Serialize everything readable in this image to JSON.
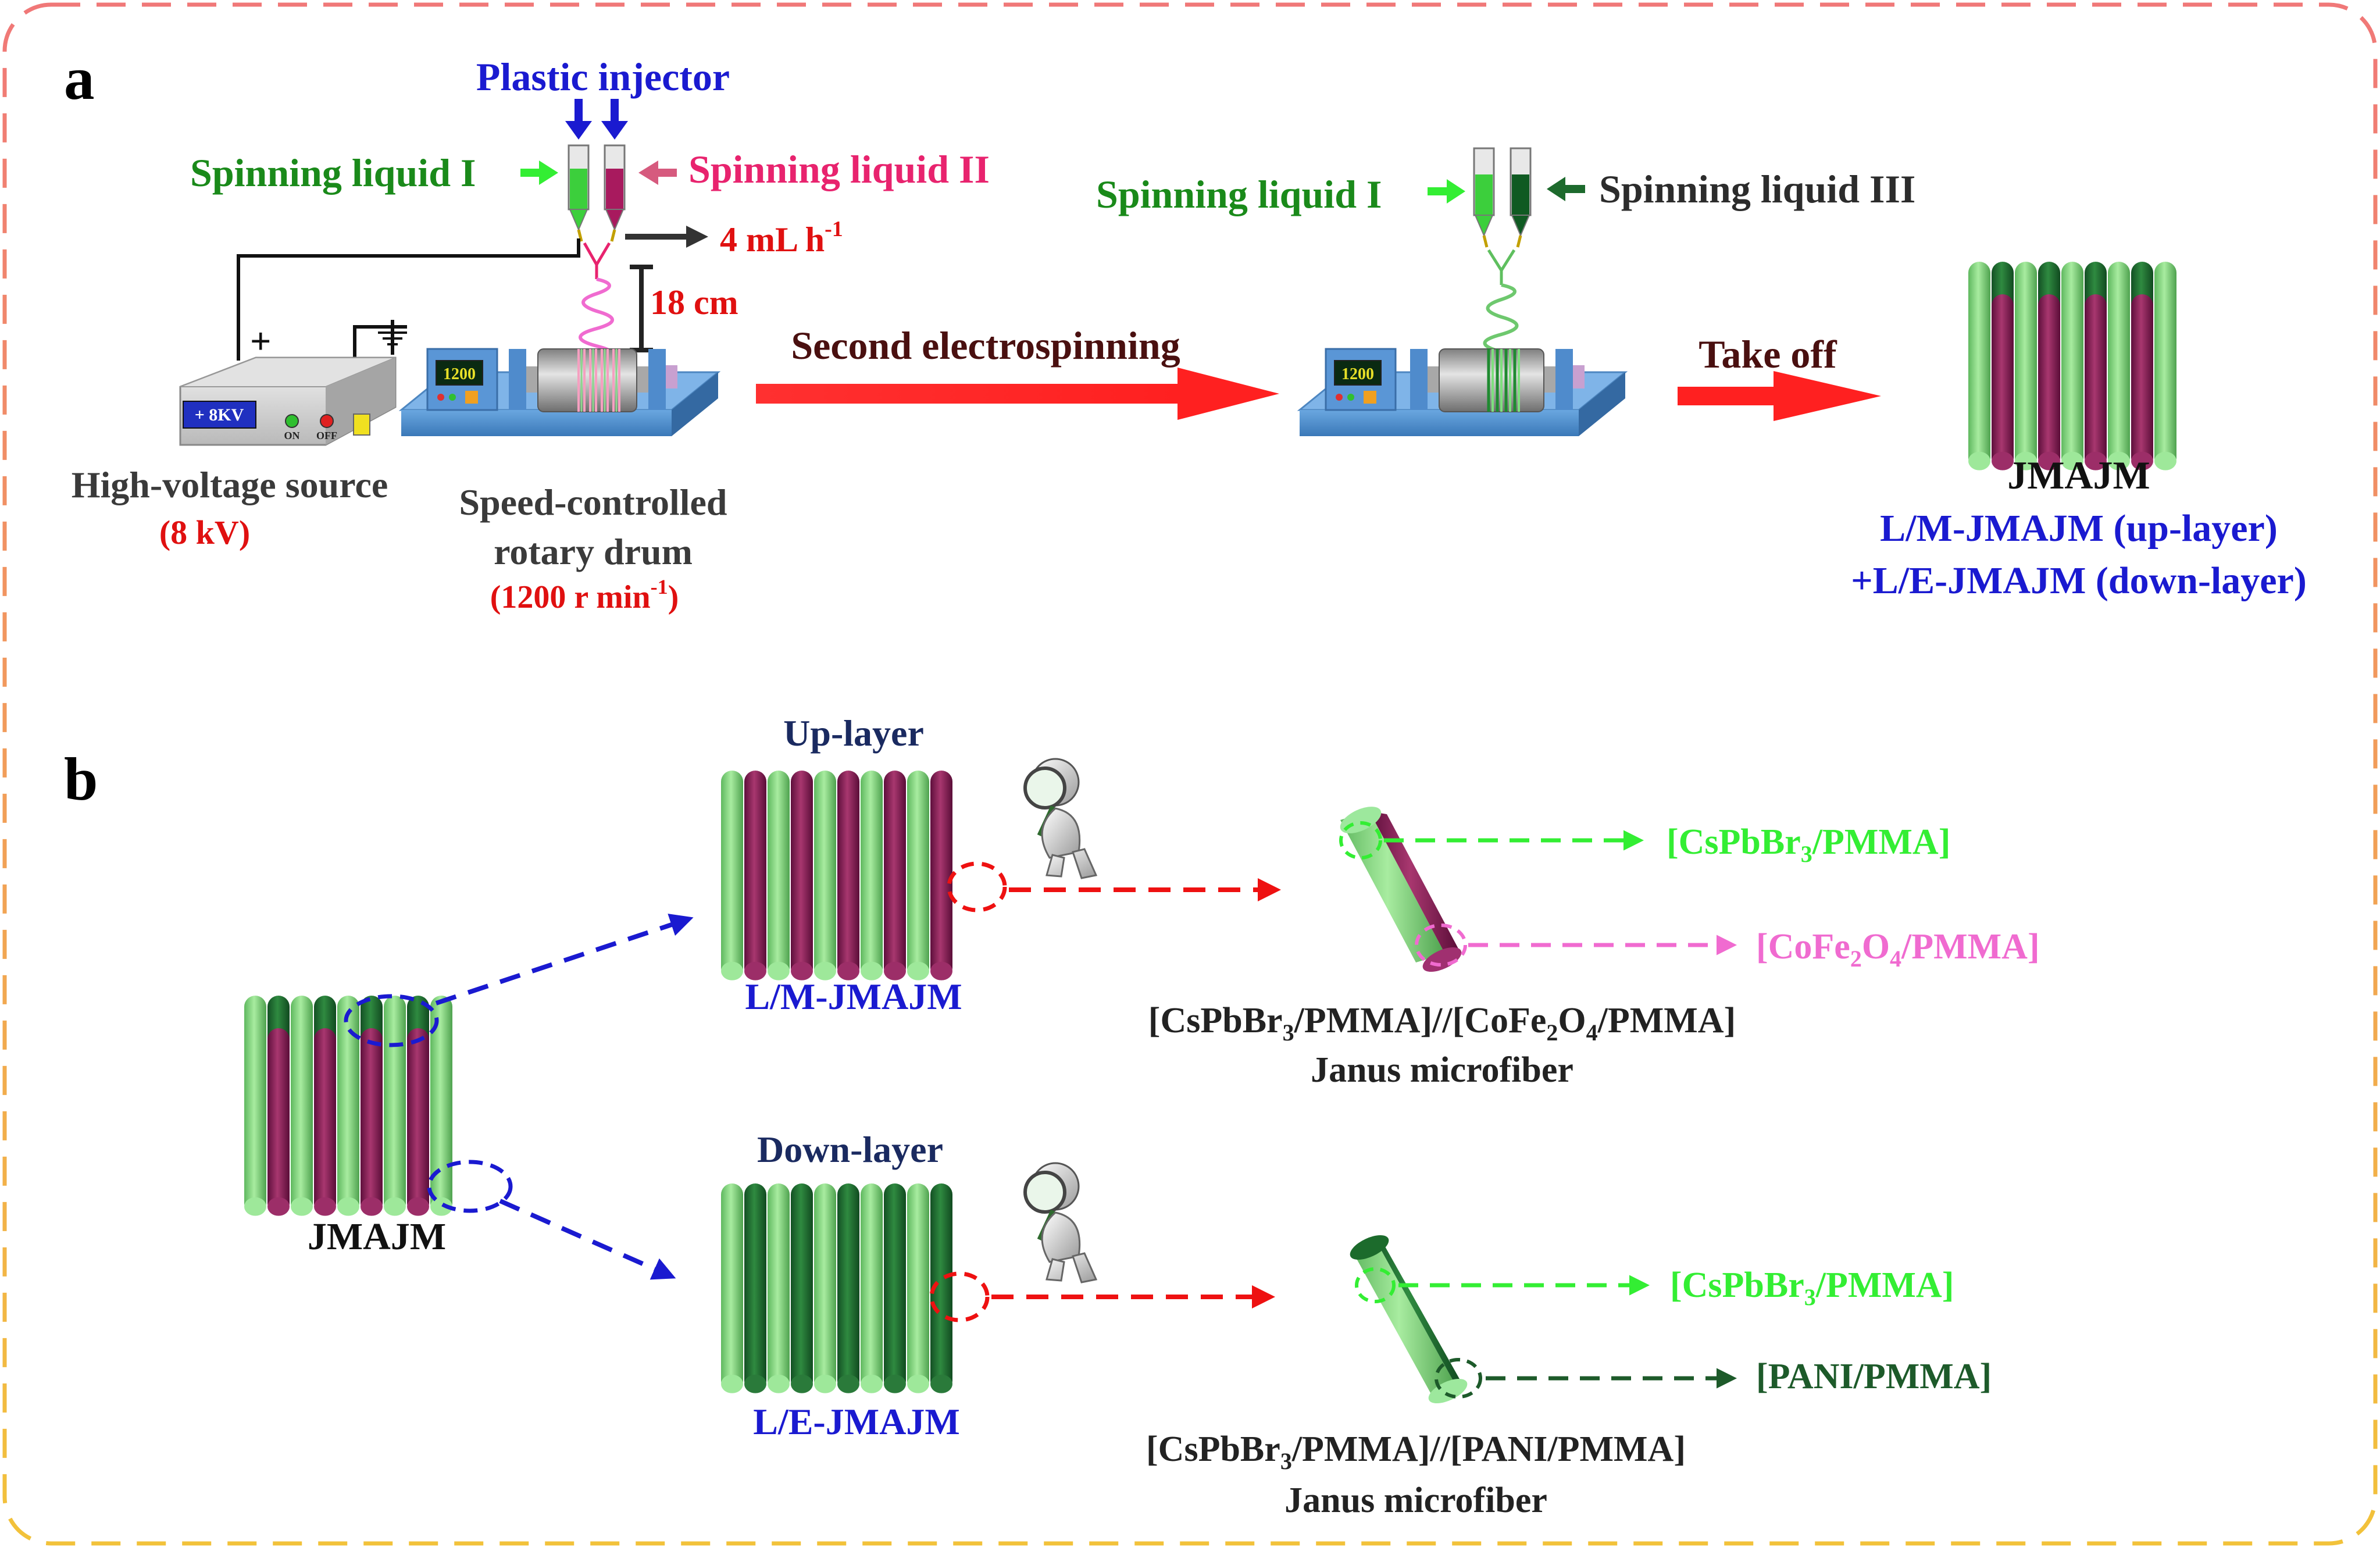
{
  "panel_a": {
    "label": "a",
    "plastic_injector": "Plastic injector",
    "spinning_liquid_1": "Spinning liquid I",
    "spinning_liquid_2": "Spinning liquid II",
    "flow_rate": "4 mL h",
    "flow_rate_sup": "-1",
    "distance": "18 cm",
    "power_display": "+ 8KV",
    "on_label": "ON",
    "off_label": "OFF",
    "plus_sign": "+",
    "drum_display": "1200",
    "hv_source": "High-voltage source",
    "hv_value": "(8 kV)",
    "drum_label_1": "Speed-controlled",
    "drum_label_2": "rotary drum",
    "drum_speed": "(1200 r min",
    "drum_speed_sup": "-1",
    "drum_speed_end": ")",
    "second_electrospinning": "Second electrospinning",
    "spinning_liquid_1b": "Spinning liquid I",
    "spinning_liquid_3": "Spinning liquid III",
    "take_off": "Take off",
    "product": "JMAJM",
    "up_layer_product": "L/M-JMAJM (up-layer)",
    "down_layer_product": "+L/E-JMAJM (down-layer)"
  },
  "panel_b": {
    "label": "b",
    "jmajm": "JMAJM",
    "up_layer": "Up-layer",
    "down_layer": "Down-layer",
    "lm_jmajm": "L/M-JMAJM",
    "le_jmajm": "L/E-JMAJM",
    "up_fiber_1": [
      "[CsPbBr",
      "3",
      "/PMMA]"
    ],
    "up_fiber_2": [
      "[CoFe",
      "2",
      "O",
      "4",
      "/PMMA]"
    ],
    "up_janus": [
      "[CsPbBr",
      "3",
      "/PMMA]//[CoFe",
      "2",
      "O",
      "4",
      "/PMMA]"
    ],
    "janus_microfiber": "Janus microfiber",
    "down_fiber_1": [
      "[CsPbBr",
      "3",
      "/PMMA]"
    ],
    "down_fiber_2": "[PANI/PMMA]",
    "down_janus": [
      "[CsPbBr",
      "3",
      "/PMMA]//[PANI/PMMA]"
    ],
    "janus_microfiber_2": "Janus microfiber"
  },
  "colors": {
    "green_text": "#1a8a1a",
    "pink_text": "#e8236e",
    "red_text": "#e01010",
    "blue_text": "#1a1ad0",
    "dark_green": "#0f5a22",
    "bright_green": "#33ff33",
    "light_pink": "#f06bd0",
    "light_fiber": "#7ed67e",
    "magenta_fiber": "#8b1a5a",
    "dark_fiber": "#1f6b30"
  }
}
